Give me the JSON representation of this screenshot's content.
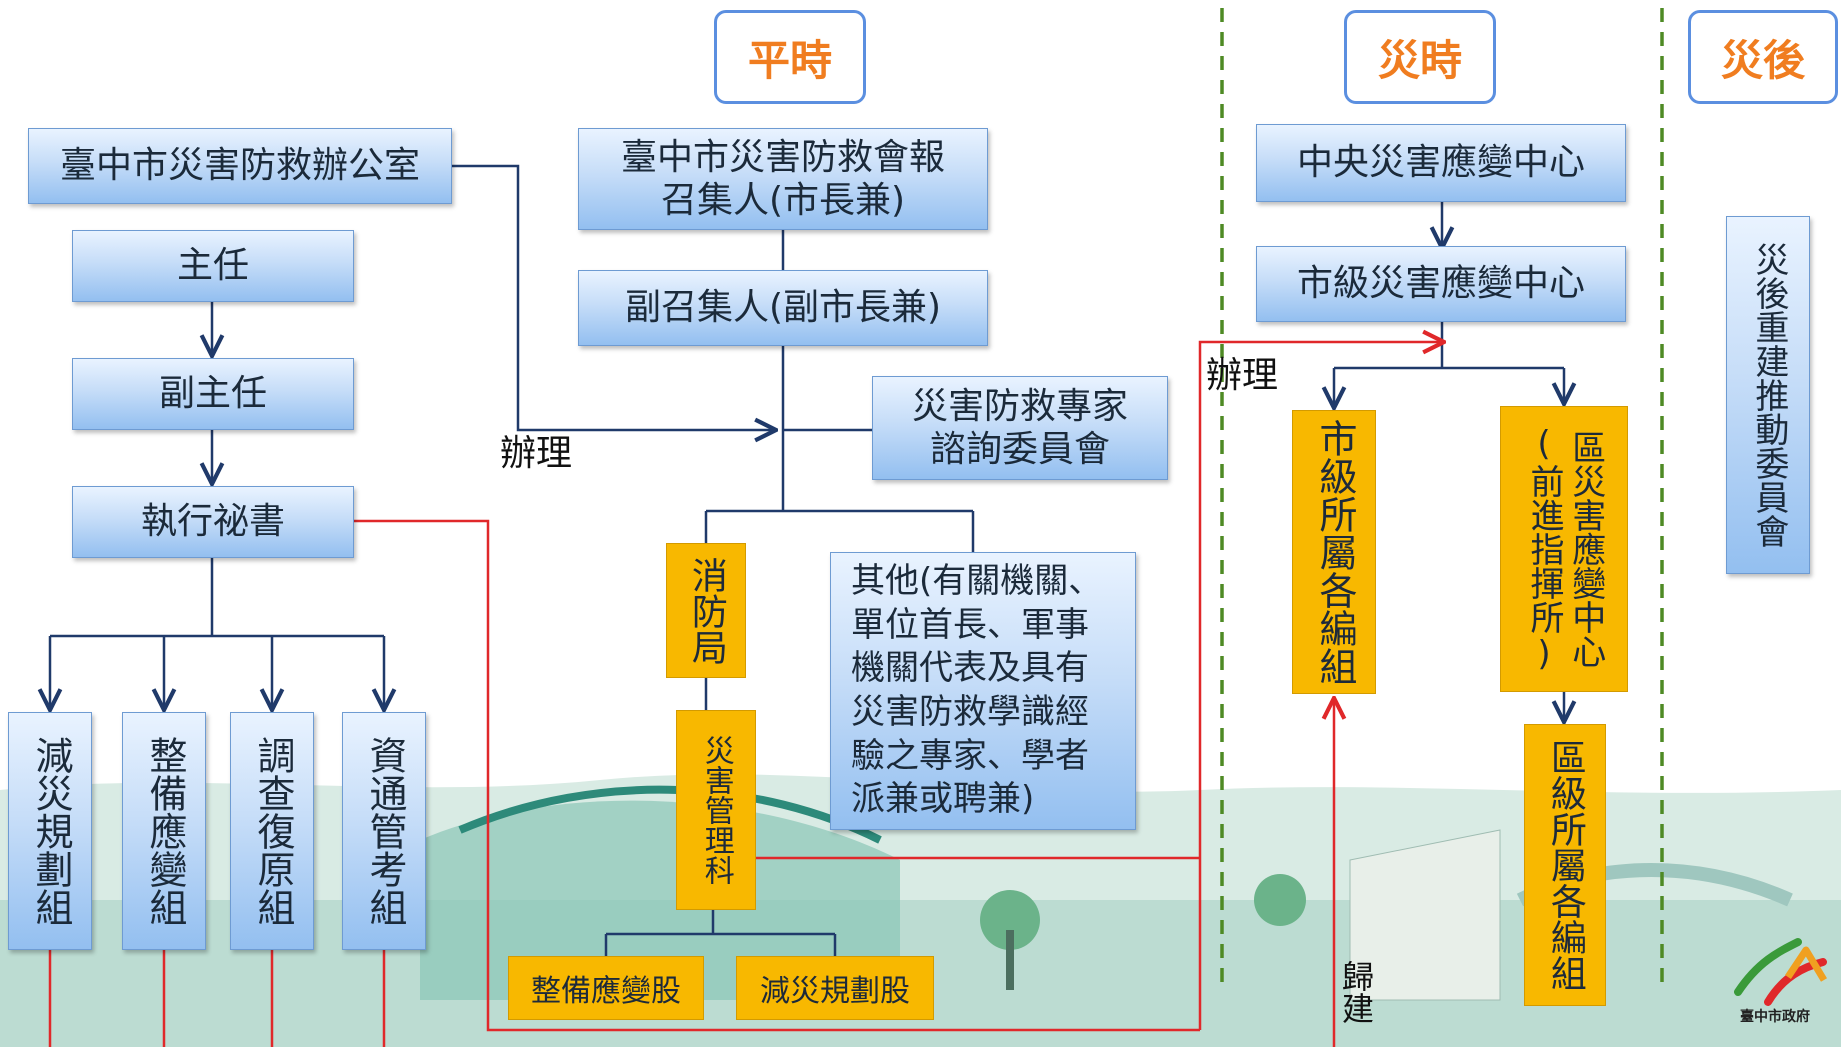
{
  "phases": {
    "peacetime": "平時",
    "disaster": "災時",
    "after": "災後"
  },
  "left": {
    "office": "臺中市災害防救辦公室",
    "director": "主任",
    "deputy_director": "副主任",
    "exec_secretary": "執行祕書",
    "groups": [
      "減災規劃組",
      "整備應變組",
      "調查復原組",
      "資通管考組"
    ]
  },
  "center": {
    "convener_line1": "臺中市災害防救會報",
    "convener_line2": "召集人(市長兼)",
    "deputy_convener": "副召集人(副市長兼)",
    "expert_line1": "災害防救專家",
    "expert_line2": "諮詢委員會",
    "others": "其他(有關機關、單位首長、軍事機關代表及具有災害防救學識經驗之專家、學者派兼或聘兼)",
    "fire_bureau": "消防局",
    "disaster_section": "災害管理科",
    "units": [
      "整備應變股",
      "減災規劃股"
    ]
  },
  "disaster": {
    "central_center": "中央災害應變中心",
    "city_center": "市級災害應變中心",
    "city_units": "市級所屬各編組",
    "district_center": "區災害應變中心",
    "district_center_sub": "(前進指揮所)",
    "district_units": "區級所屬各編組"
  },
  "after": {
    "committee": "災後重建推動委員會"
  },
  "labels": {
    "handle_1": "辦理",
    "handle_2": "辦理",
    "return": "歸建"
  },
  "logo": {
    "text": "臺中市政府"
  },
  "colors": {
    "blue_line": "#203a6a",
    "red_line": "#e0282a",
    "divider": "#4e8a24",
    "orange_box": "#f8b800",
    "phase_text": "#f07d20",
    "phase_border": "#5b8fe0"
  }
}
